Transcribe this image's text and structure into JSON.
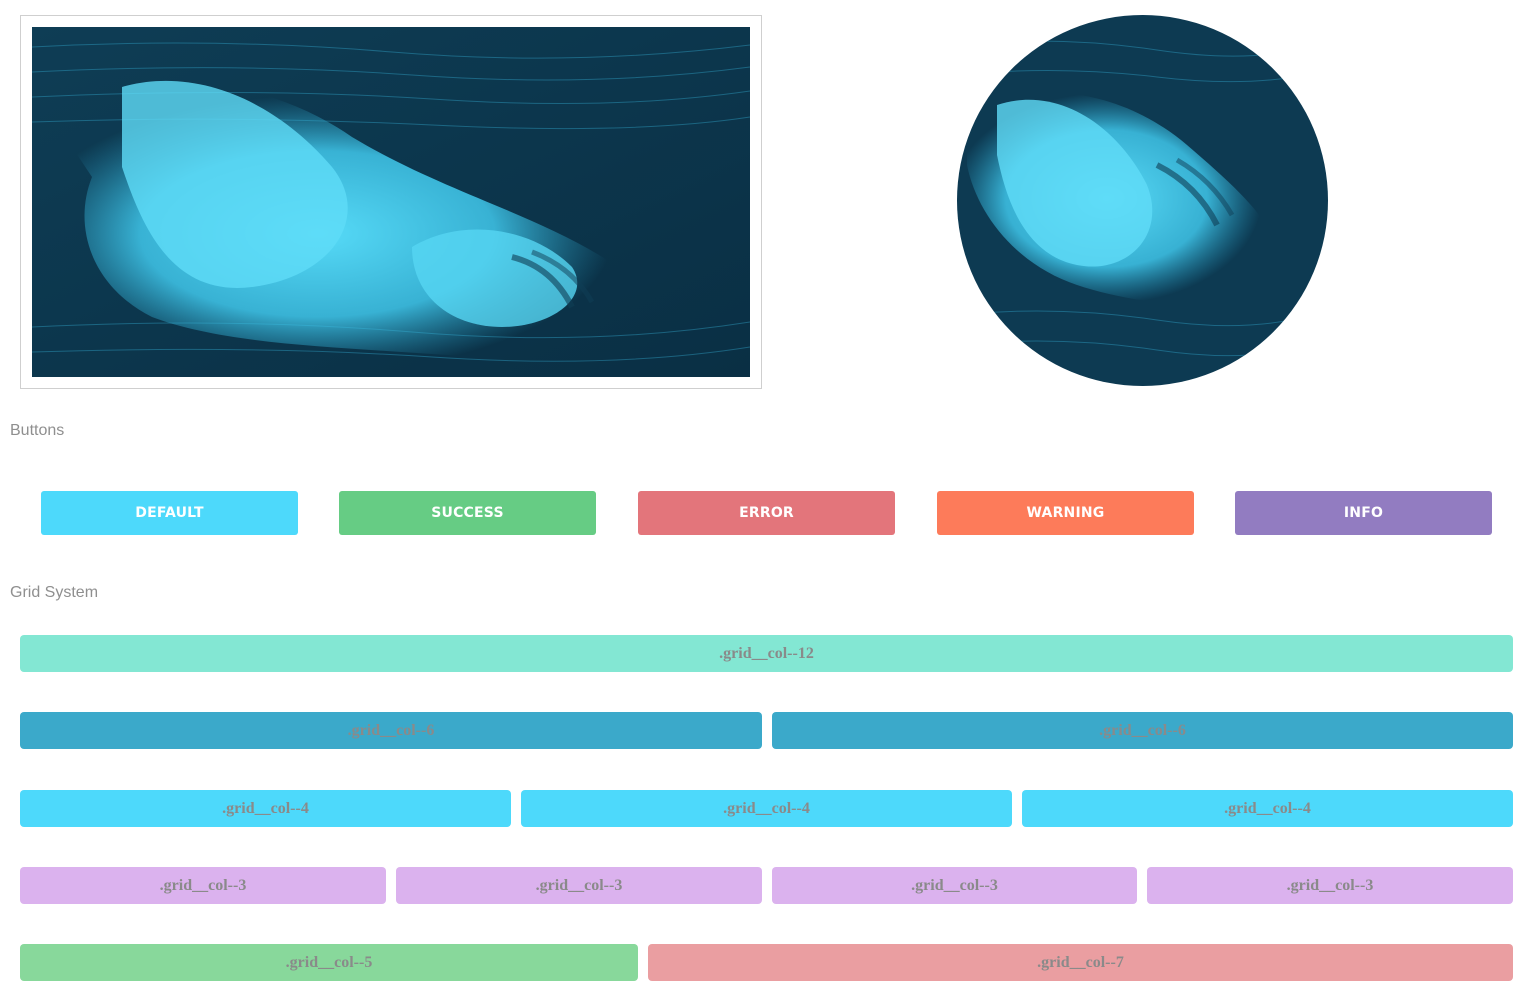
{
  "sections": {
    "buttons_title": "Buttons",
    "grid_title": "Grid System"
  },
  "buttons": {
    "default": "DEFAULT",
    "success": "SUCCESS",
    "error": "ERROR",
    "warning": "WARNING",
    "info": "INFO"
  },
  "colors": {
    "default": "#4dd9fb",
    "success": "#66cc84",
    "error": "#e3757b",
    "warning": "#fd7b5a",
    "info": "#927cc1",
    "col12": "#83e7d3",
    "col6": "#3ba9ca",
    "col4": "#4dd9fb",
    "col3": "#dbb2ee",
    "col5": "#88d89b",
    "col7": "#ea9ea1"
  },
  "grid": {
    "row1": [
      ".grid__col--12"
    ],
    "row2": [
      ".grid__col--6",
      ".grid__col--6"
    ],
    "row3": [
      ".grid__col--4",
      ".grid__col--4",
      ".grid__col--4"
    ],
    "row4": [
      ".grid__col--3",
      ".grid__col--3",
      ".grid__col--3",
      ".grid__col--3"
    ],
    "row5": [
      ".grid__col--5",
      ".grid__col--7"
    ]
  }
}
